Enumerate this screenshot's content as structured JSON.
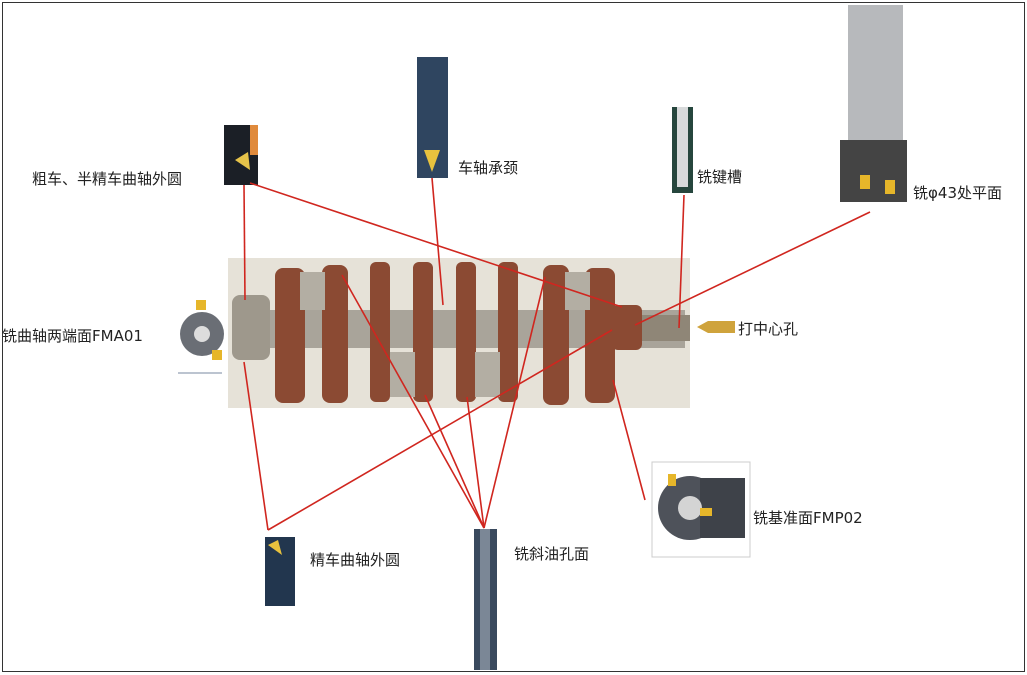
{
  "labels": {
    "rough_turn": "粗车、半精车曲轴外圆",
    "turn_journal": "车轴承颈",
    "keyway": "铣键槽",
    "mill_face43": "铣φ43处平面",
    "end_faces": "铣曲轴两端面FMA01",
    "center_hole": "打中心孔",
    "datum_face": "铣基准面FMP02",
    "finish_turn": "精车曲轴外圆",
    "oil_hole": "铣斜油孔面"
  },
  "colors": {
    "line": "#d0261f",
    "crank_web": "#8b4a33",
    "journal": "#a9a49a",
    "photo_bg": "#e6e2d8"
  }
}
